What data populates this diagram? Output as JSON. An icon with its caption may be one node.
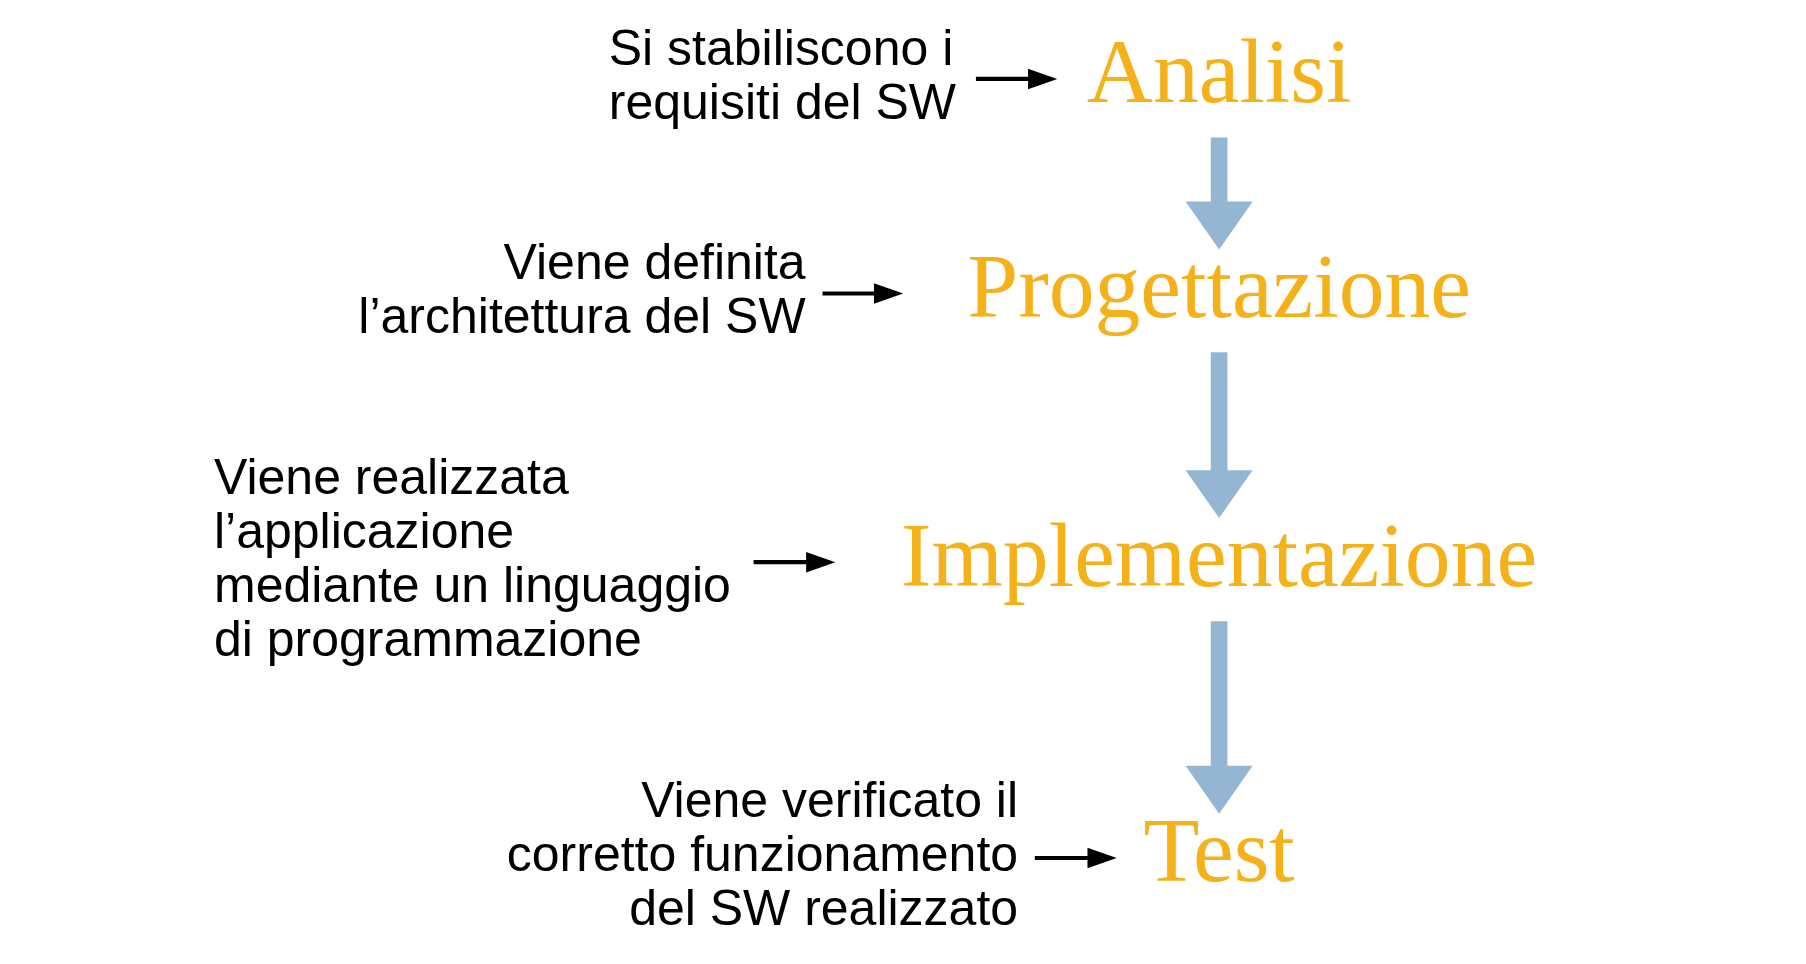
{
  "diagram": {
    "nodes": [
      {
        "text": [
          "Si stabiliscono i requisiti del SW"
        ]
      },
      {
        "text": [
          "Analisi"
        ]
      },
      {
        "text": [
          "Viene definita l’architettura del SW"
        ]
      },
      {
        "text": [
          "Progettazione"
        ]
      },
      {
        "text": [
          "Viene realizzata l’applicazione mediante un linguaggio di programmazione"
        ]
      },
      {
        "text": [
          "Implementazione"
        ]
      },
      {
        "text": [
          "Viene verificato il corretto funzionamento del SW realizzato"
        ]
      },
      {
        "text": [
          "Test"
        ]
      }
    ],
    "edges": [
      {
        "from": 1,
        "to": 3,
        "arrow": "to",
        "style": "thick",
        "color": "#94b6d2"
      },
      {
        "from": 3,
        "to": 5,
        "arrow": "to",
        "style": "thick",
        "color": "#94b6d2"
      },
      {
        "from": 5,
        "to": 7,
        "arrow": "to",
        "style": "thick",
        "color": "#94b6d2"
      },
      {
        "from": 0,
        "to": 1,
        "arrow": "to"
      },
      {
        "from": 2,
        "to": 3,
        "arrow": "to"
      },
      {
        "from": 4,
        "to": 5,
        "arrow": "to"
      },
      {
        "from": 6,
        "to": 7,
        "arrow": "to"
      }
    ]
  }
}
